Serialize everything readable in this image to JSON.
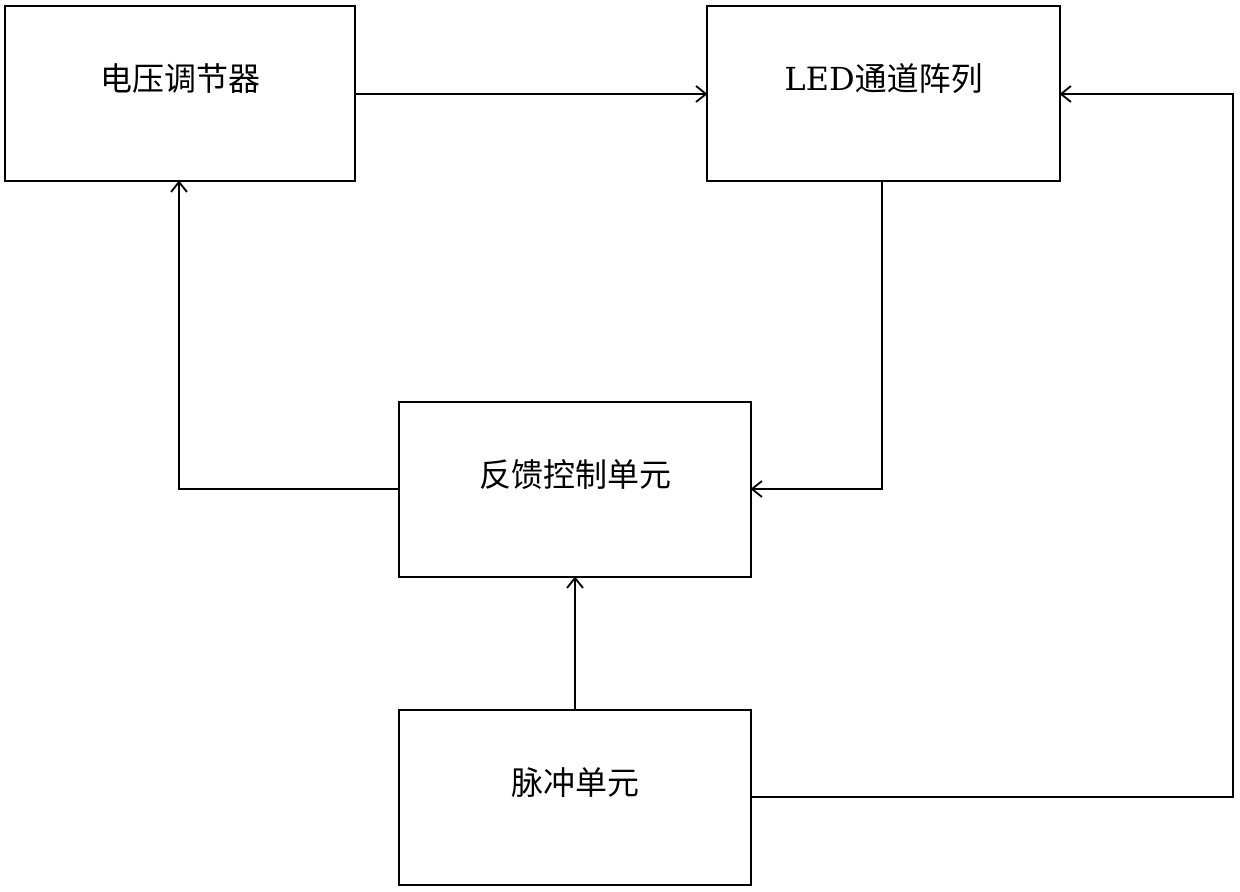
{
  "diagram": {
    "nodes": {
      "voltage_regulator": {
        "label": "电压调节器"
      },
      "led_array": {
        "label": "LED通道阵列"
      },
      "feedback_control": {
        "label": "反馈控制单元"
      },
      "pulse_unit": {
        "label": "脉冲单元"
      }
    },
    "edges": [
      {
        "from": "voltage_regulator",
        "to": "led_array"
      },
      {
        "from": "led_array",
        "to": "feedback_control"
      },
      {
        "from": "feedback_control",
        "to": "voltage_regulator"
      },
      {
        "from": "pulse_unit",
        "to": "feedback_control"
      },
      {
        "from": "pulse_unit",
        "to": "led_array"
      }
    ],
    "colors": {
      "stroke": "#000000",
      "background": "#ffffff"
    }
  }
}
